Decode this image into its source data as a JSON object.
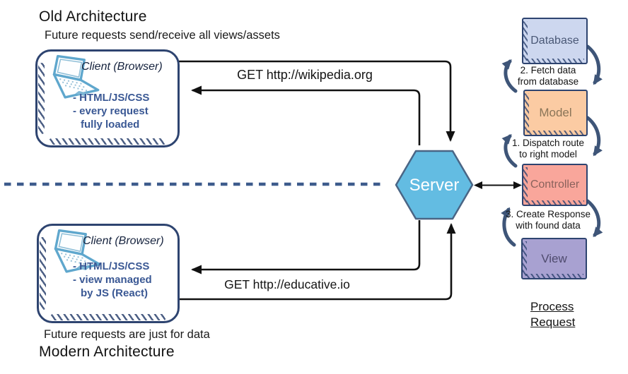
{
  "old_section": {
    "title": "Old Architecture",
    "subtitle": "Future requests send/receive all views/assets",
    "request_label": "GET http://wikipedia.org",
    "client": {
      "title": "Client (Browser)",
      "bullet1": "- HTML/JS/CSS",
      "bullet2": "- every request",
      "bullet3": "fully loaded"
    }
  },
  "modern_section": {
    "title": "Modern Architecture",
    "subtitle": "Future requests are just for data",
    "request_label": "GET http://educative.io",
    "client": {
      "title": "Client (Browser)",
      "bullet1": "- HTML/JS/CSS",
      "bullet2": "- view managed",
      "bullet3": "by JS (React)"
    }
  },
  "server": {
    "label": "Server"
  },
  "mvc": {
    "boxes": [
      {
        "label": "Database",
        "fill": "#CDD7EF"
      },
      {
        "label": "Model",
        "fill": "#FBCBA3"
      },
      {
        "label": "Controller",
        "fill": "#F9A69B"
      },
      {
        "label": "View",
        "fill": "#A8A1D1"
      }
    ],
    "steps": [
      {
        "line1": "2. Fetch data",
        "line2": "from database"
      },
      {
        "line1": "1. Dispatch route",
        "line2": "to right model"
      },
      {
        "line1": "3. Create Response",
        "line2": "with found data"
      }
    ],
    "footer_line1": "Process",
    "footer_line2": "Request"
  },
  "icons": {
    "laptop": "laptop-icon",
    "server_shape": "hexagon"
  },
  "colors": {
    "server_fill": "#63BCE2",
    "server_stroke": "#4A6585",
    "outline_navy": "#2E4470",
    "arrow_black": "#111111",
    "curved_arrow": "#3E5578",
    "dashed_divider": "#3D5B8C",
    "bullet_text": "#3A5894",
    "laptop_blue": "#5FA7CD"
  }
}
